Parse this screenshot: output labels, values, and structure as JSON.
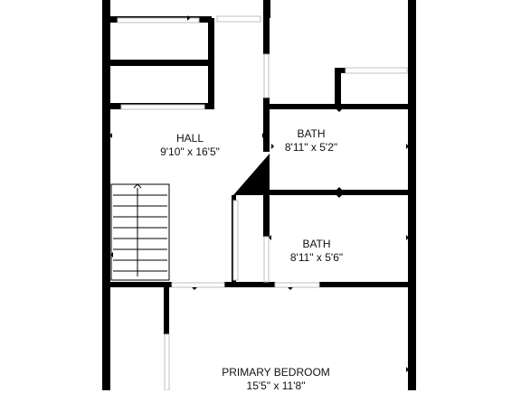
{
  "colors": {
    "wall": "#000000",
    "background": "#ffffff",
    "fixture_line": "#bfbfbf",
    "text": "#111111"
  },
  "rooms": [
    {
      "id": "hall",
      "name": "HALL",
      "dimensions": "9'10\" x 16'5\""
    },
    {
      "id": "bath-1",
      "name": "BATH",
      "dimensions": "8'11\" x 5'2\""
    },
    {
      "id": "bath-2",
      "name": "BATH",
      "dimensions": "8'11\" x 5'6\""
    },
    {
      "id": "primary-bedroom",
      "name": "PRIMARY BEDROOM",
      "dimensions": "15'5\" x 11'8\""
    }
  ]
}
